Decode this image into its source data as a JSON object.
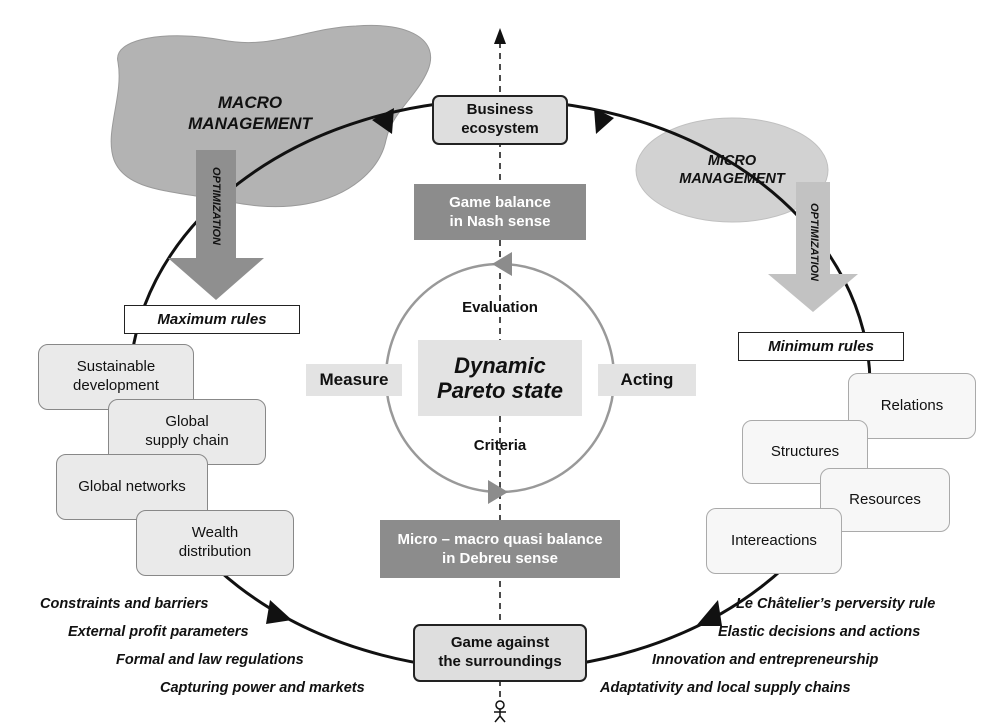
{
  "top_box": "Business\necosystem",
  "bottom_box": "Game against\nthe surroundings",
  "macro": {
    "title": "MACRO\nMANAGEMENT",
    "optimization": "OPTIMIZATION",
    "rule": "Maximum rules",
    "items": [
      "Sustainable\ndevelopment",
      "Global\nsupply chain",
      "Global networks",
      "Wealth\ndistribution"
    ]
  },
  "micro": {
    "title": "MICRO\nMANAGEMENT",
    "optimization": "OPTIMIZATION",
    "rule": "Minimum rules",
    "items": [
      "Relations",
      "Structures",
      "Resources",
      "Intereactions"
    ]
  },
  "center": {
    "game_balance": "Game balance\nin Nash sense",
    "quasi_balance": "Micro – macro quasi balance\nin Debreu sense",
    "evaluation": "Evaluation",
    "criteria": "Criteria",
    "measure": "Measure",
    "acting": "Acting",
    "state": "Dynamic\nPareto state"
  },
  "left_bullets": [
    "Constraints and barriers",
    "External profit parameters",
    "Formal and law regulations",
    "Capturing power and markets"
  ],
  "right_bullets": [
    "Le Châtelier’s perversity rule",
    "Elastic decisions and actions",
    "Innovation and entrepreneurship",
    "Adaptativity and local supply chains"
  ],
  "colors": {
    "cloud": "#b3b3b3",
    "ellipse": "#d2d2d2",
    "dark_box": "#8c8c8c",
    "item_fill": "#eaeaea"
  }
}
